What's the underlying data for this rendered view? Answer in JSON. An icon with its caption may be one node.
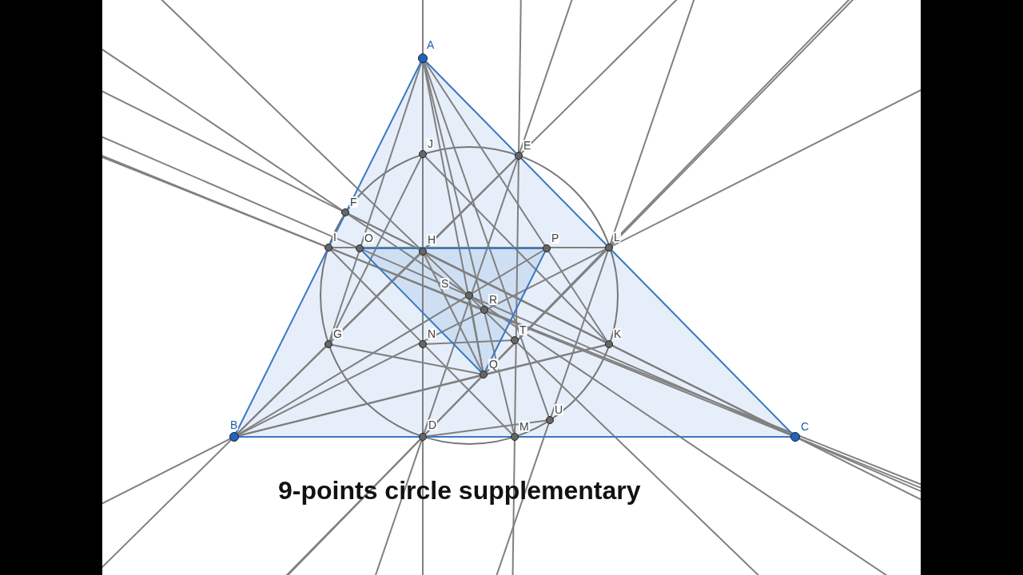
{
  "diagram": {
    "title": "9-points circle supplementary",
    "labels": [
      "A",
      "J",
      "E",
      "F",
      "I",
      "O",
      "H",
      "P",
      "L",
      "S",
      "R",
      "G",
      "N",
      "T",
      "K",
      "Q",
      "B",
      "D",
      "M",
      "U",
      "C"
    ]
  }
}
